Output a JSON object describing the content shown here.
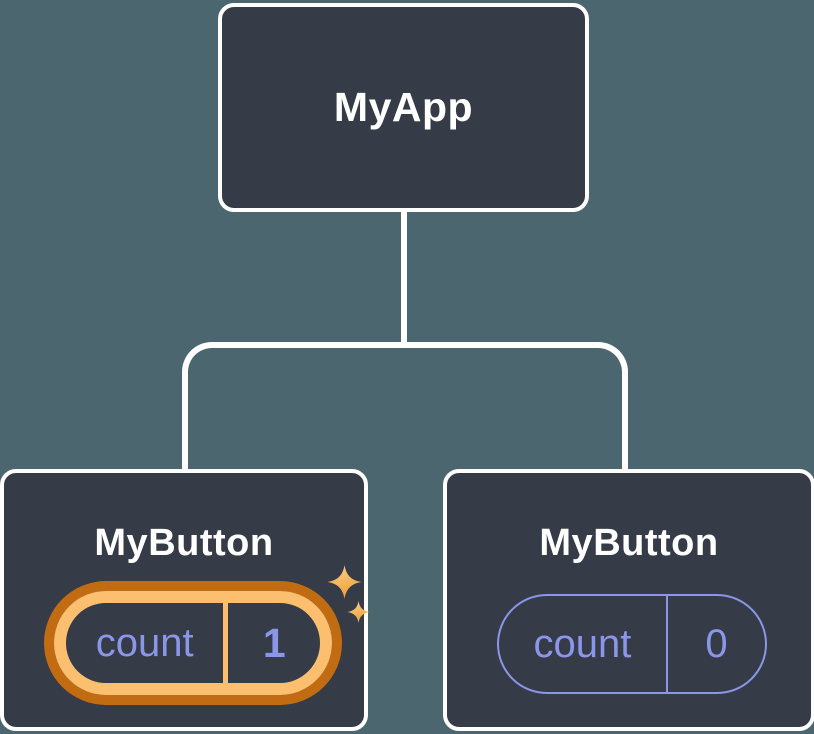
{
  "diagram": {
    "type": "component-tree",
    "root": {
      "label": "MyApp"
    },
    "children": [
      {
        "label": "MyButton",
        "state": {
          "key": "count",
          "value": "1"
        },
        "highlighted": true
      },
      {
        "label": "MyButton",
        "state": {
          "key": "count",
          "value": "0"
        },
        "highlighted": false
      }
    ],
    "icons": {
      "highlight": "sparkles-icon"
    },
    "colors": {
      "background": "#4c6670",
      "node_fill": "#353b47",
      "node_border": "#ffffff",
      "connector": "#ffffff",
      "state_accent": "#8b96e8",
      "highlight_ring_outer": "#c16c12",
      "highlight_ring_inner": "#fcbf6f",
      "sparkle_light": "#ffd28a",
      "sparkle_dark": "#eda23e"
    }
  }
}
